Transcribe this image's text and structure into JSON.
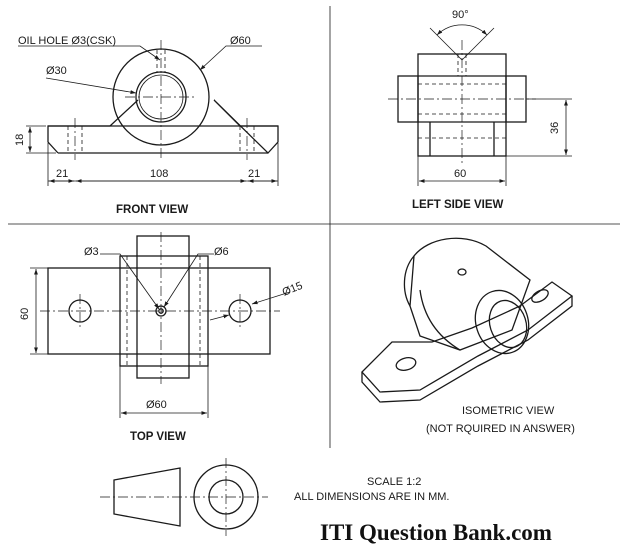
{
  "front_view": {
    "title": "FRONT VIEW",
    "oil_hole_label": "OIL HOLE Ø3(CSK)",
    "outer_dia": "Ø60",
    "inner_dia": "Ø30",
    "height": "18",
    "left_width": "21",
    "mid_width": "108",
    "right_width": "21"
  },
  "left_view": {
    "title": "LEFT SIDE VIEW",
    "angle": "90°",
    "height": "36",
    "width": "60"
  },
  "top_view": {
    "title": "TOP VIEW",
    "hole_small": "Ø3",
    "hole_csk": "Ø6",
    "bolt_hole": "Ø15",
    "base_width": "60",
    "body_dia": "Ø60"
  },
  "isometric": {
    "title_line1": "ISOMETRIC VIEW",
    "title_line2": "(NOT RQUIRED IN ANSWER)"
  },
  "notes": {
    "scale": "SCALE 1:2",
    "units": "ALL DIMENSIONS ARE IN MM."
  },
  "brand": "ITI Question Bank.com"
}
